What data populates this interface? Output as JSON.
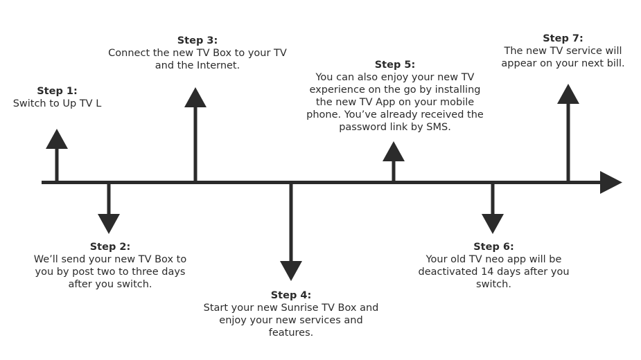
{
  "colors": {
    "ink": "#2b2b2b",
    "text": "#2b2b2b",
    "background": "#ffffff"
  },
  "steps": [
    {
      "title": "Step 1:",
      "lines": [
        "Switch to Up TV L"
      ]
    },
    {
      "title": "Step 2:",
      "lines": [
        "We’ll send your new TV Box to",
        "you by post two to three days",
        "after you switch."
      ]
    },
    {
      "title": "Step 3:",
      "lines": [
        "Connect the new TV Box to your TV",
        "and the Internet."
      ]
    },
    {
      "title": "Step 4:",
      "lines": [
        "Start your new Sunrise TV Box and",
        "enjoy your new services and",
        "features."
      ]
    },
    {
      "title": "Step 5:",
      "lines": [
        "You can also enjoy your new TV",
        "experience on the go by installing",
        "the new TV App on your mobile",
        "phone. You’ve already received the",
        "password link by SMS."
      ]
    },
    {
      "title": "Step 6:",
      "lines": [
        "Your old TV neo app will be",
        "deactivated 14 days after you",
        "switch."
      ]
    },
    {
      "title": "Step 7:",
      "lines": [
        "The new TV service will",
        "appear on your next bill."
      ]
    }
  ]
}
